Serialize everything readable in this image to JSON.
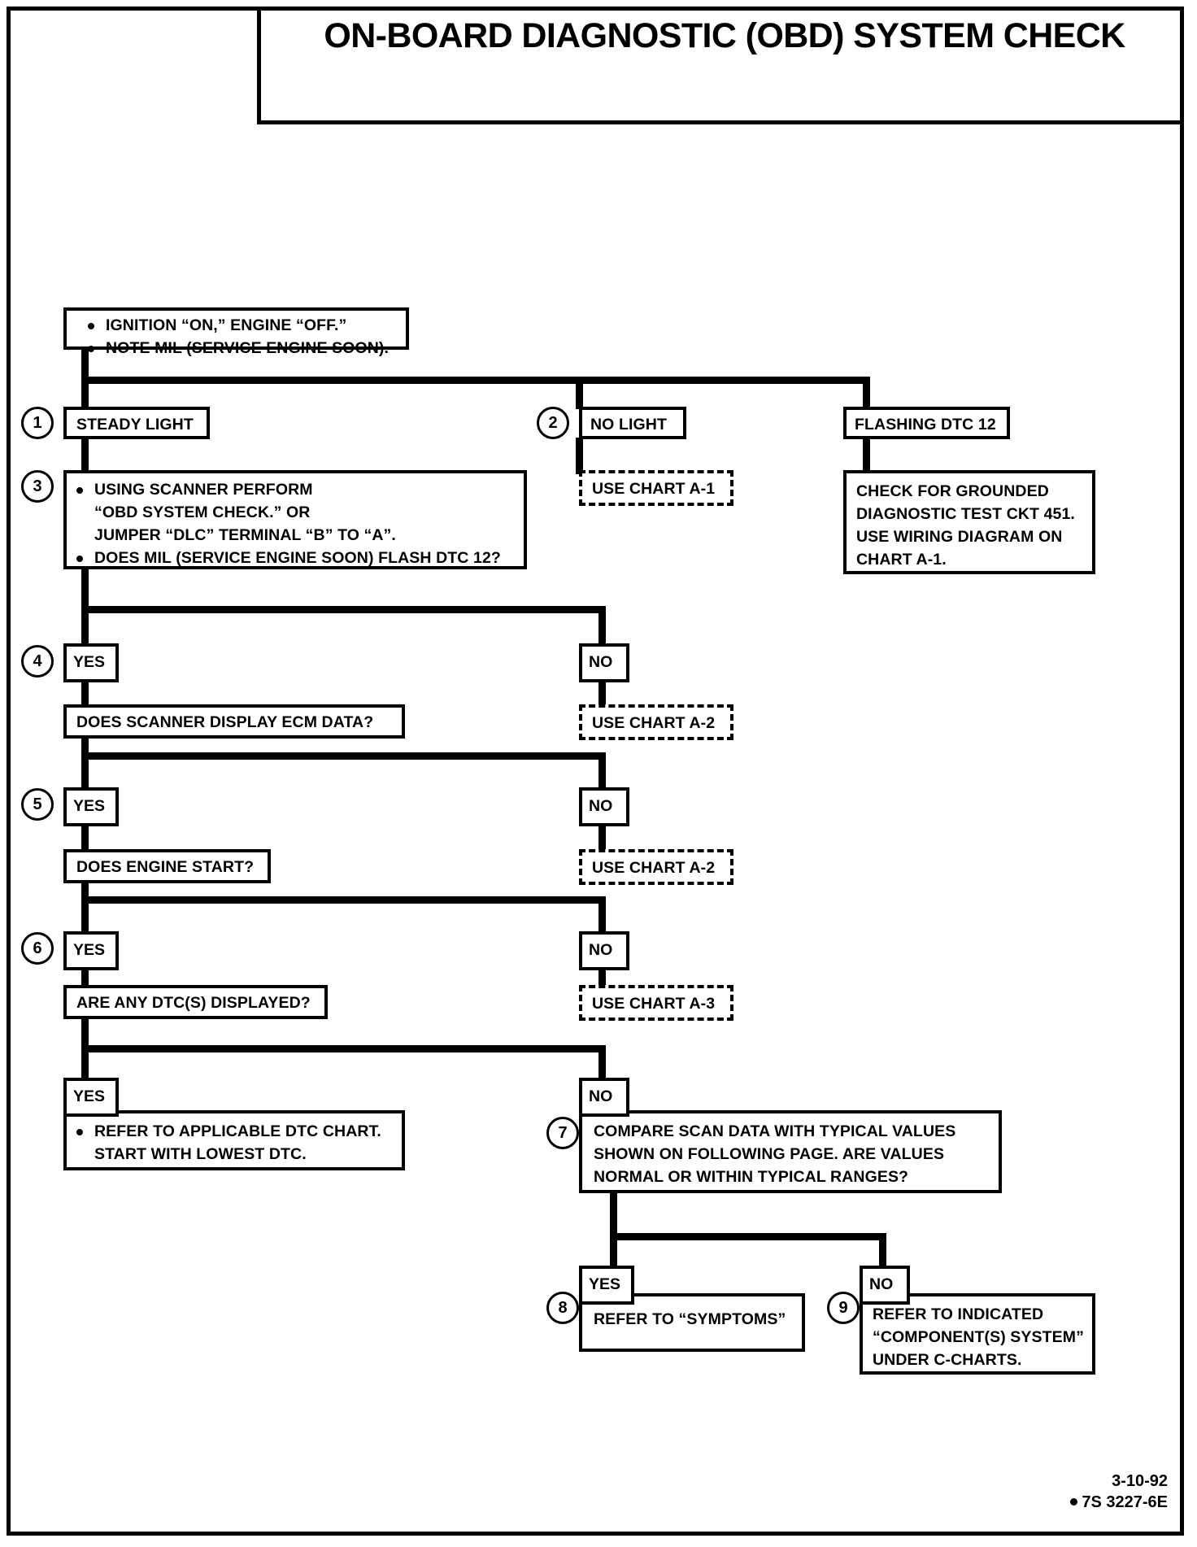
{
  "page": {
    "title": "ON-BOARD DIAGNOSTIC (OBD) SYSTEM CHECK",
    "footer_date": "3-10-92",
    "footer_code": "7S 3227-6E"
  },
  "colors": {
    "ink": "#000000",
    "paper": "#ffffff"
  },
  "steps": {
    "s1": "1",
    "s2": "2",
    "s3": "3",
    "s4": "4",
    "s5": "5",
    "s6": "6",
    "s7": "7",
    "s8": "8",
    "s9": "9"
  },
  "nodes": {
    "start": {
      "line1": "IGNITION “ON,” ENGINE  “OFF.”",
      "line2": "NOTE MIL (SERVICE ENGINE SOON)."
    },
    "steady_light": "STEADY LIGHT",
    "no_light": "NO LIGHT",
    "flashing_dtc12": "FLASHING DTC 12",
    "use_chart_a1": "USE CHART A-1",
    "grounded": {
      "line1": "CHECK FOR GROUNDED",
      "line2": "DIAGNOSTIC TEST CKT 451.",
      "line3": "USE WIRING DIAGRAM ON",
      "line4": "CHART A-1."
    },
    "scanner_perform": {
      "line1": "USING SCANNER   PERFORM",
      "line2": "“OBD SYSTEM CHECK.”  OR",
      "line3": "JUMPER “DLC” TERMINAL “B” TO “A”.",
      "line4": "DOES MIL (SERVICE ENGINE SOON) FLASH DTC 12?"
    },
    "ecm_data": "DOES SCANNER DISPLAY ECM DATA?",
    "use_chart_a2_a": "USE CHART A-2",
    "engine_start": "DOES ENGINE START?",
    "use_chart_a2_b": "USE CHART A-2",
    "dtcs_displayed": "ARE ANY DTC(S) DISPLAYED?",
    "use_chart_a3": "USE CHART A-3",
    "refer_dtc_chart": {
      "line1": "REFER TO APPLICABLE DTC CHART.",
      "line2": "START WITH LOWEST DTC."
    },
    "compare_scan": {
      "line1": "COMPARE  SCAN  DATA WITH TYPICAL VALUES",
      "line2": "SHOWN ON FOLLOWING PAGE.  ARE VALUES",
      "line3": "NORMAL OR WITHIN TYPICAL RANGES?"
    },
    "refer_symptoms": "REFER TO “SYMPTOMS”",
    "refer_component": {
      "line1": "REFER TO INDICATED",
      "line2": "“COMPONENT(S) SYSTEM”",
      "line3": "UNDER C-CHARTS."
    }
  },
  "branches": {
    "yes": "YES",
    "no": "NO"
  }
}
